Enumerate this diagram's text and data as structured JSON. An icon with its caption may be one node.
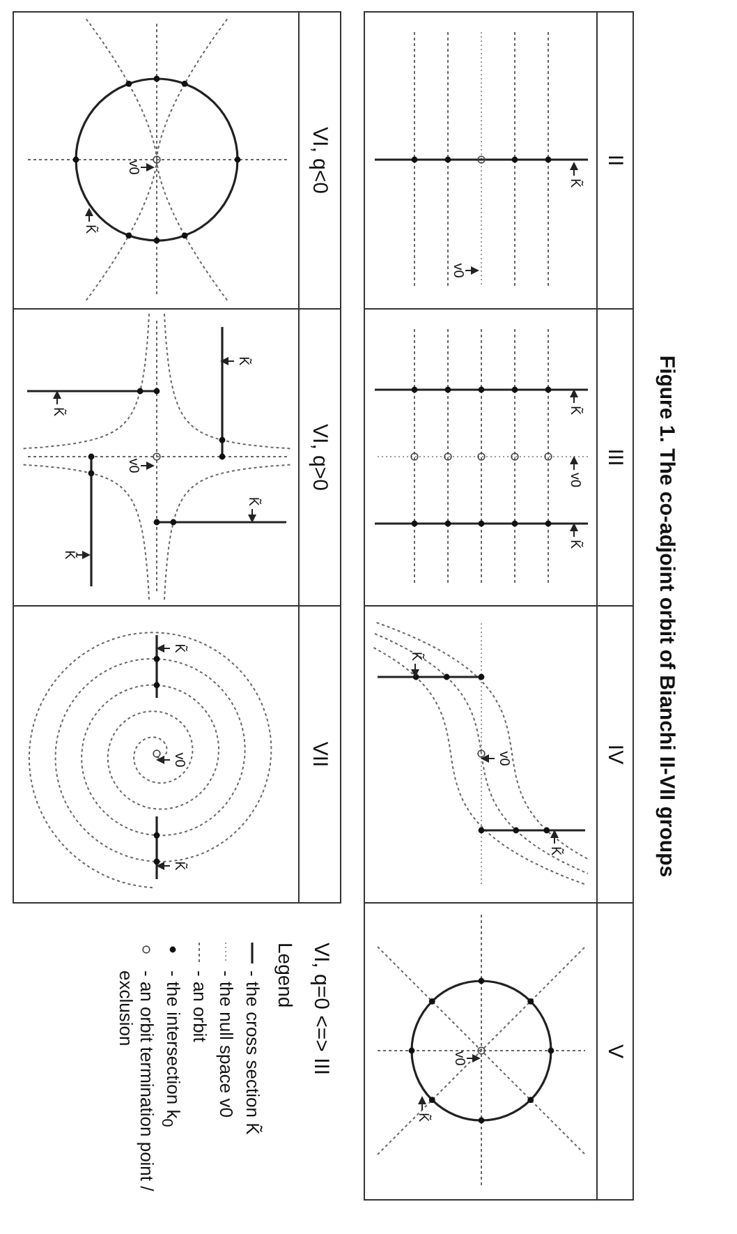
{
  "diagram": {
    "title": "Figure 1. The co-adjoint orbit of Bianchi II-VII groups",
    "nodes": [
      {
        "text": [
          "II"
        ]
      },
      {
        "text": [
          "III"
        ]
      },
      {
        "text": [
          "IV"
        ]
      },
      {
        "text": [
          "V"
        ]
      },
      {
        "text": [
          "VI, q<0"
        ]
      },
      {
        "text": [
          "VI, q>0"
        ]
      },
      {
        "text": [
          "VII"
        ]
      }
    ],
    "labels": [
      "K̃",
      "v0",
      "K̃",
      "v0",
      "K̃",
      "K̃",
      "v0",
      "K̃",
      "v0",
      "K̃",
      "v0",
      "K̃",
      "K̃",
      "K̃",
      "v0",
      "K̃",
      "K̃",
      "K̃",
      "v0",
      "K̃",
      "VI, q=0  <=>  III",
      "Legend"
    ],
    "legend": [
      {
        "text": "- the cross section K̃"
      },
      {
        "text": "- the null space v0"
      },
      {
        "text": "- an orbit"
      },
      {
        "text": "- the intersection k$_{0}$"
      },
      {
        "text": "- an orbit termination point / exclusion"
      }
    ]
  }
}
